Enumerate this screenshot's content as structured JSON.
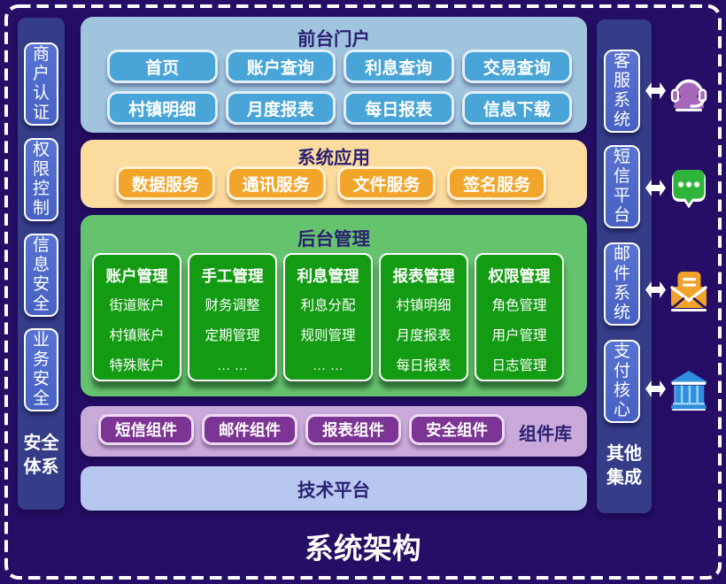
{
  "page": {
    "background_color": "#260e66",
    "border_color": "#ffffff",
    "title": "系统架构"
  },
  "security_rail": {
    "label": "安全\n体系",
    "items": [
      {
        "label": "商户认证"
      },
      {
        "label": "权限控制"
      },
      {
        "label": "信息安全"
      },
      {
        "label": "业务安全"
      }
    ]
  },
  "integration_rail": {
    "label": "其他\n集成",
    "items": [
      {
        "label": "客服系统",
        "icon": "headset-icon",
        "icon_color": "#a866ba"
      },
      {
        "label": "短信平台",
        "icon": "chat-bubble-icon",
        "icon_color": "#2fb53a"
      },
      {
        "label": "邮件系统",
        "icon": "envelope-icon",
        "icon_color": "#f0a32a"
      },
      {
        "label": "支付核心",
        "icon": "bank-icon",
        "icon_color": "#2e8fdd"
      }
    ],
    "arrow_icon": "double-arrow-icon"
  },
  "layers": {
    "portal": {
      "title": "前台门户",
      "panel_color": "#a0c4de",
      "button_color": "#49a5d7",
      "rows": [
        [
          "首页",
          "账户查询",
          "利息查询",
          "交易查询"
        ],
        [
          "村镇明细",
          "月度报表",
          "每日报表",
          "信息下载"
        ]
      ]
    },
    "apps": {
      "title": "系统应用",
      "panel_color": "#fcdb9e",
      "button_color": "#f2a52b",
      "buttons": [
        "数据服务",
        "通讯服务",
        "文件服务",
        "签名服务"
      ]
    },
    "backend": {
      "title": "后台管理",
      "panel_color": "#65c36e",
      "column_color": "#139c13",
      "columns": [
        {
          "header": "账户管理",
          "items": [
            "街道账户",
            "村镇账户",
            "特殊账户"
          ]
        },
        {
          "header": "手工管理",
          "items": [
            "财务调整",
            "定期管理",
            "… …"
          ]
        },
        {
          "header": "利息管理",
          "items": [
            "利息分配",
            "规则管理",
            "… …"
          ]
        },
        {
          "header": "报表管理",
          "items": [
            "村镇明细",
            "月度报表",
            "每日报表"
          ]
        },
        {
          "header": "权限管理",
          "items": [
            "角色管理",
            "用户管理",
            "日志管理"
          ]
        }
      ]
    },
    "components": {
      "label": "组件库",
      "panel_color": "#c9a9da",
      "button_color": "#7c3594",
      "buttons": [
        "短信组件",
        "邮件组件",
        "报表组件",
        "安全组件"
      ]
    },
    "platform": {
      "title": "技术平台",
      "panel_color": "#b7c7ef"
    }
  }
}
